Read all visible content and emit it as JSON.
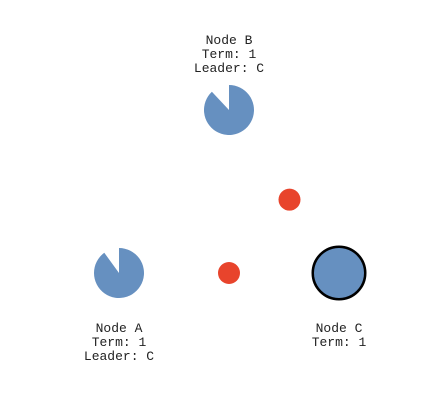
{
  "colors": {
    "node_fill": "#6690c0",
    "leader_ring": "#000000",
    "message": "#e8442c",
    "text": "#222222",
    "background": "#ffffff"
  },
  "nodes": [
    {
      "id": "A",
      "name": "Node A",
      "term": "Term: 1",
      "leader": "Leader: C",
      "is_leader": false,
      "election_timer_fraction": 0.9
    },
    {
      "id": "B",
      "name": "Node B",
      "term": "Term: 1",
      "leader": "Leader: C",
      "is_leader": false,
      "election_timer_fraction": 0.88
    },
    {
      "id": "C",
      "name": "Node C",
      "term": "Term: 1",
      "leader": null,
      "is_leader": true,
      "election_timer_fraction": 1.0
    }
  ],
  "messages": [
    {
      "from": "C",
      "to": "A",
      "progress": 0.5
    },
    {
      "from": "C",
      "to": "B",
      "progress": 0.45
    }
  ]
}
